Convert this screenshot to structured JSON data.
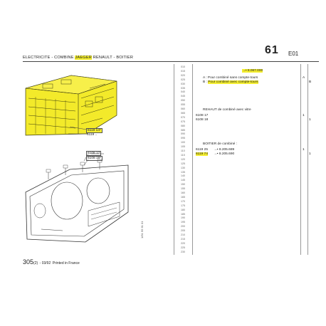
{
  "header": {
    "prefix": "ELECTRICITE - COMBINE ",
    "highlight": "JAEGER",
    "suffix": " RENAULT - BOITIER",
    "page_code": "61",
    "section": "E01"
  },
  "left_tags": {
    "tag1": "6119 14*",
    "tag2": "6119 ..",
    "tag3": "6108 17",
    "tag4": "6108 18*"
  },
  "line_numbers": [
    "010",
    "015",
    "020",
    "025",
    "030",
    "035",
    "040",
    "045",
    "050",
    "055",
    "060",
    "065",
    "070",
    "075",
    "080",
    "085",
    "090",
    "095",
    "100",
    "105",
    "110",
    "115",
    "120",
    "125",
    "130",
    "135",
    "140",
    "145",
    "150",
    "155",
    "160",
    "165",
    "170",
    "175",
    "180",
    "185",
    "190",
    "195",
    "200",
    "205",
    "210",
    "215",
    "220",
    "225",
    "230"
  ],
  "ref_col": {
    "r1": "6108 17",
    "r2": "6108 18",
    "r3": "6119 25",
    "r4": "6119 74"
  },
  "desc": {
    "top_ref": "8.067.000",
    "line_a": "A : Pour combiné sans compte-tours",
    "line_b_prefix": "B : ",
    "line_b_hl": "Pour combiné avec compte-tours",
    "rehaut": "REHAUT de combiné avec vitre",
    "boitier": "BOITIER de combiné :",
    "p1": "8.205.689",
    "p2": "8.205.690"
  },
  "qty": {
    "a": "A",
    "b": "B",
    "q1": "1",
    "q2": "1",
    "q3": "1",
    "q4": "1"
  },
  "footer": {
    "page": "305",
    "sub": "(2)",
    "date": "- 03/92",
    "printed": "Printed in France",
    "vertical": "1/91 55 61 01"
  }
}
